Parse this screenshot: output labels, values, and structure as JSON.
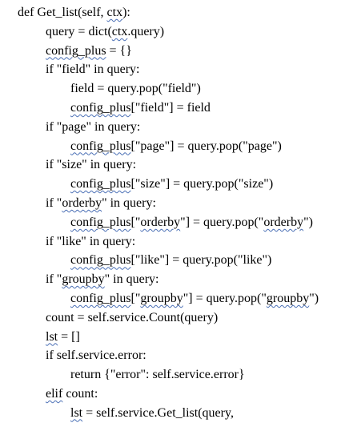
{
  "document": {
    "lines": [
      {
        "indent": 0,
        "parts": [
          {
            "t": "def Get_list(self, "
          },
          {
            "t": "ctx",
            "sq": true
          },
          {
            "t": "):"
          }
        ]
      },
      {
        "indent": 1,
        "parts": [
          {
            "t": "query = dict("
          },
          {
            "t": "ctx",
            "sq": true
          },
          {
            "t": ".query)"
          }
        ]
      },
      {
        "indent": 1,
        "parts": [
          {
            "t": "config_plus",
            "sq": true
          },
          {
            "t": " = {}"
          }
        ]
      },
      {
        "indent": 1,
        "parts": [
          {
            "t": "if \"field\" in query:"
          }
        ]
      },
      {
        "indent": 2,
        "parts": [
          {
            "t": "field = query.pop(\"field\")"
          }
        ]
      },
      {
        "indent": 2,
        "parts": [
          {
            "t": "config_plus",
            "sq": true
          },
          {
            "t": "[\"field\"] = field"
          }
        ]
      },
      {
        "indent": 1,
        "parts": [
          {
            "t": "if \"page\" in query:"
          }
        ]
      },
      {
        "indent": 2,
        "parts": [
          {
            "t": "config_plus",
            "sq": true
          },
          {
            "t": "[\"page\"] = query.pop(\"page\")"
          }
        ]
      },
      {
        "indent": 1,
        "parts": [
          {
            "t": "if \"size\" in query:"
          }
        ]
      },
      {
        "indent": 2,
        "parts": [
          {
            "t": "config_plus",
            "sq": true
          },
          {
            "t": "[\"size\"] = query.pop(\"size\")"
          }
        ]
      },
      {
        "indent": 1,
        "parts": [
          {
            "t": "if \""
          },
          {
            "t": "orderby",
            "sq": true
          },
          {
            "t": "\" in query:"
          }
        ]
      },
      {
        "indent": 2,
        "parts": [
          {
            "t": "config_plus",
            "sq": true
          },
          {
            "t": "[\""
          },
          {
            "t": "orderby",
            "sq": true
          },
          {
            "t": "\"] = query.pop(\""
          },
          {
            "t": "orderby",
            "sq": true
          },
          {
            "t": "\")"
          }
        ]
      },
      {
        "indent": 1,
        "parts": [
          {
            "t": "if \"like\" in query:"
          }
        ]
      },
      {
        "indent": 2,
        "parts": [
          {
            "t": "config_plus",
            "sq": true
          },
          {
            "t": "[\"like\"] = query.pop(\"like\")"
          }
        ]
      },
      {
        "indent": 1,
        "parts": [
          {
            "t": "if \""
          },
          {
            "t": "groupby",
            "sq": true
          },
          {
            "t": "\" in query:"
          }
        ]
      },
      {
        "indent": 2,
        "parts": [
          {
            "t": "config_plus",
            "sq": true
          },
          {
            "t": "[\""
          },
          {
            "t": "groupby",
            "sq": true
          },
          {
            "t": "\"] = query.pop(\""
          },
          {
            "t": "groupby",
            "sq": true
          },
          {
            "t": "\")"
          }
        ]
      },
      {
        "indent": 1,
        "parts": [
          {
            "t": "count = self.service.Count(query)"
          }
        ]
      },
      {
        "indent": 1,
        "parts": [
          {
            "t": "lst",
            "sq": true
          },
          {
            "t": " = []"
          }
        ]
      },
      {
        "indent": 1,
        "parts": [
          {
            "t": "if self.service.error:"
          }
        ]
      },
      {
        "indent": 2,
        "parts": [
          {
            "t": "return {\"error\": self.service.error}"
          }
        ]
      },
      {
        "indent": 1,
        "parts": [
          {
            "t": "elif",
            "sq": true
          },
          {
            "t": " count:"
          }
        ]
      },
      {
        "indent": 2,
        "parts": [
          {
            "t": "lst",
            "sq": true
          },
          {
            "t": " = self.service.Get_list(query,"
          }
        ]
      }
    ]
  }
}
